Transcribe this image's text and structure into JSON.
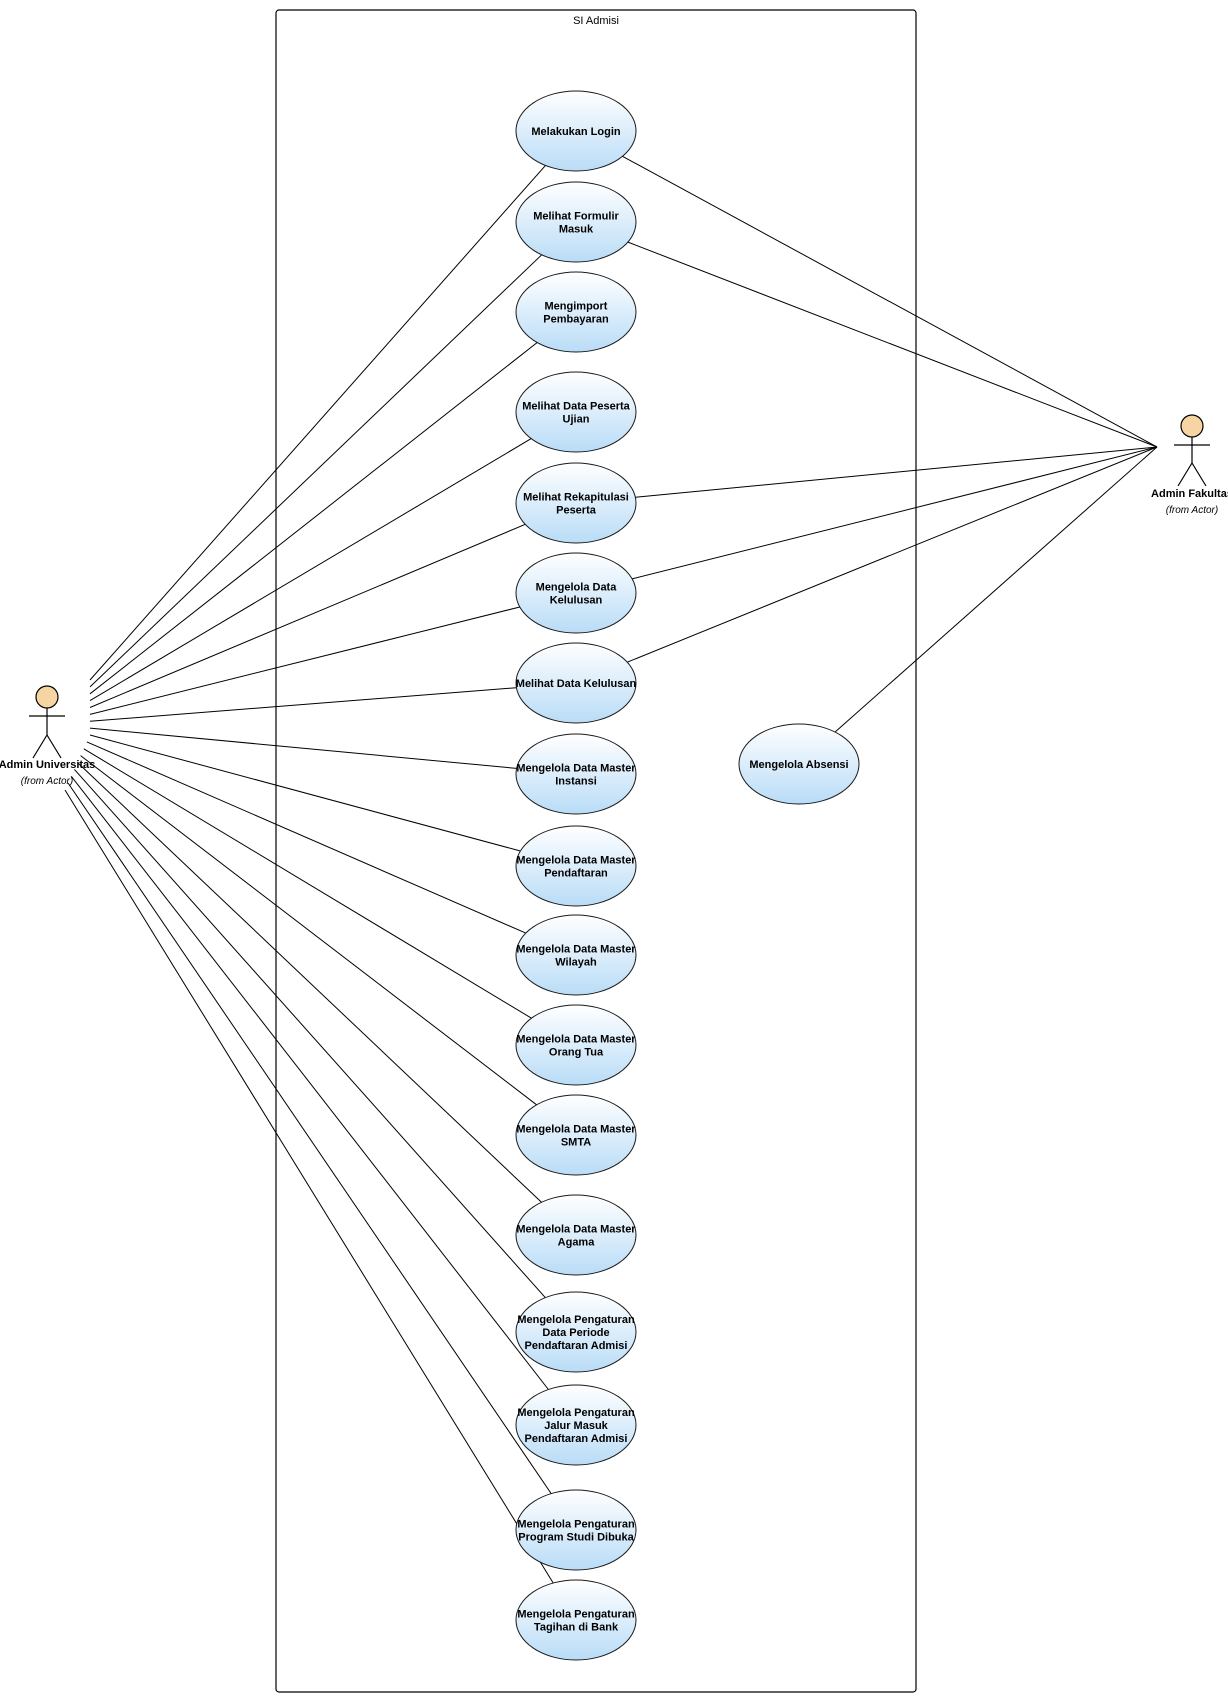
{
  "system": {
    "title": "SI Admisi"
  },
  "colors": {
    "usecase_fill_top": "#ffffff",
    "usecase_fill_bottom": "#b9dcf7",
    "actor_head": "#f6d5a3",
    "line": "#000000"
  },
  "actors": {
    "universitas": {
      "name": "Admin Universitas",
      "from": "(from Actor)"
    },
    "fakultas": {
      "name": "Admin Fakultas",
      "from": "(from Actor)"
    }
  },
  "usecases": [
    {
      "id": "uc-login",
      "lines": [
        "Melakukan Login"
      ]
    },
    {
      "id": "uc-formulir",
      "lines": [
        "Melihat Formulir",
        "Masuk"
      ]
    },
    {
      "id": "uc-import",
      "lines": [
        "Mengimport",
        "Pembayaran"
      ]
    },
    {
      "id": "uc-peserta",
      "lines": [
        "Melihat Data Peserta",
        "Ujian"
      ]
    },
    {
      "id": "uc-rekap",
      "lines": [
        "Melihat Rekapitulasi",
        "Peserta"
      ]
    },
    {
      "id": "uc-kelola-lulus",
      "lines": [
        "Mengelola Data",
        "Kelulusan"
      ]
    },
    {
      "id": "uc-lihat-lulus",
      "lines": [
        "Melihat Data Kelulusan"
      ]
    },
    {
      "id": "uc-instansi",
      "lines": [
        "Mengelola Data Master",
        "Instansi"
      ]
    },
    {
      "id": "uc-pendaftaran",
      "lines": [
        "Mengelola Data Master",
        "Pendaftaran"
      ]
    },
    {
      "id": "uc-wilayah",
      "lines": [
        "Mengelola Data Master",
        "Wilayah"
      ]
    },
    {
      "id": "uc-orangtua",
      "lines": [
        "Mengelola Data Master",
        "Orang Tua"
      ]
    },
    {
      "id": "uc-smta",
      "lines": [
        "Mengelola Data Master",
        "SMTA"
      ]
    },
    {
      "id": "uc-agama",
      "lines": [
        "Mengelola Data Master",
        "Agama"
      ]
    },
    {
      "id": "uc-periode",
      "lines": [
        "Mengelola Pengaturan",
        "Data Periode",
        "Pendaftaran Admisi"
      ]
    },
    {
      "id": "uc-jalur",
      "lines": [
        "Mengelola Pengaturan",
        "Jalur Masuk",
        "Pendaftaran Admisi"
      ]
    },
    {
      "id": "uc-prodi",
      "lines": [
        "Mengelola Pengaturan",
        "Program Studi Dibuka"
      ]
    },
    {
      "id": "uc-tagihan",
      "lines": [
        "Mengelola Pengaturan",
        "Tagihan di Bank"
      ]
    },
    {
      "id": "uc-absensi",
      "lines": [
        "Mengelola Absensi"
      ]
    }
  ],
  "associations": {
    "universitas": [
      "uc-login",
      "uc-formulir",
      "uc-import",
      "uc-peserta",
      "uc-rekap",
      "uc-kelola-lulus",
      "uc-lihat-lulus",
      "uc-instansi",
      "uc-pendaftaran",
      "uc-wilayah",
      "uc-orangtua",
      "uc-smta",
      "uc-agama",
      "uc-periode",
      "uc-jalur",
      "uc-prodi",
      "uc-tagihan"
    ],
    "fakultas": [
      "uc-login",
      "uc-formulir",
      "uc-rekap",
      "uc-kelola-lulus",
      "uc-lihat-lulus",
      "uc-absensi"
    ]
  }
}
